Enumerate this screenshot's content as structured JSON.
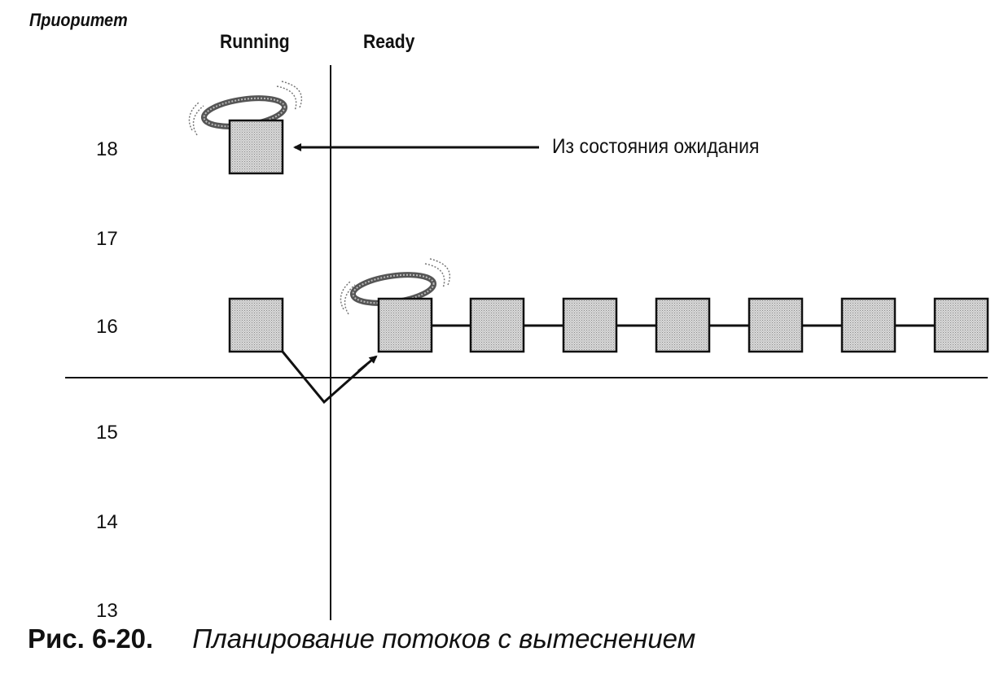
{
  "axis": {
    "priority_label": "Приоритет",
    "running_label": "Running",
    "ready_label": "Ready",
    "levels": [
      "18",
      "17",
      "16",
      "15",
      "14",
      "13"
    ]
  },
  "callout": "Из состояния ожидания",
  "caption": {
    "number": "Рис. 6-20.",
    "title": "Планирование потоков с вытеснением"
  },
  "colors": {
    "ink": "#111111",
    "thread_fill": "#c8c8c8"
  }
}
